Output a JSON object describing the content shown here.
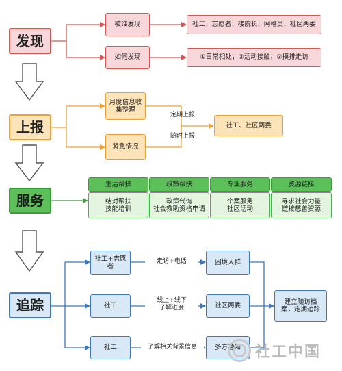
{
  "stages": {
    "discover": "发现",
    "report": "上报",
    "service": "服务",
    "track": "追踪"
  },
  "discover": {
    "who_label": "被谁发现",
    "who_detail": "社工、志愿者、楼院长、网格员、社区两委",
    "how_label": "如何发现",
    "how_detail": "①日常相处；②活动接触；③摸排走访"
  },
  "report": {
    "monthly": "月度信息收\n集整理",
    "urgent": "紧急情况",
    "regular_label": "定期上报",
    "anytime_label": "随时上报",
    "target": "社工、社区两委"
  },
  "service": {
    "headers": [
      "生活帮扶",
      "政策帮扶",
      "专业服务",
      "资源链接"
    ],
    "details": [
      "结对帮扶\n技能培训",
      "政策代询\n社会救助资格申请",
      "个案服务\n社区活动",
      "寻求社会力量\n链接慈善资源"
    ]
  },
  "track": {
    "rows": [
      {
        "actor": "社工+志愿\n者",
        "method": "走访+电话",
        "target": "困境人群"
      },
      {
        "actor": "社工",
        "method": "线上+线下\n了解进度",
        "target": "社区两委"
      },
      {
        "actor": "社工",
        "method": "了解相关背景信息",
        "target": "多方通知"
      }
    ],
    "result": "建立随访档\n案，定期追踪"
  },
  "watermark": {
    "text": "社工中国",
    "icon": "circle-logo-icon"
  },
  "colors": {
    "red": "#d9534f",
    "orange": "#f0a030",
    "green": "#3d9b3c",
    "blue": "#3a78c0",
    "arrow_gray": "#555555"
  }
}
